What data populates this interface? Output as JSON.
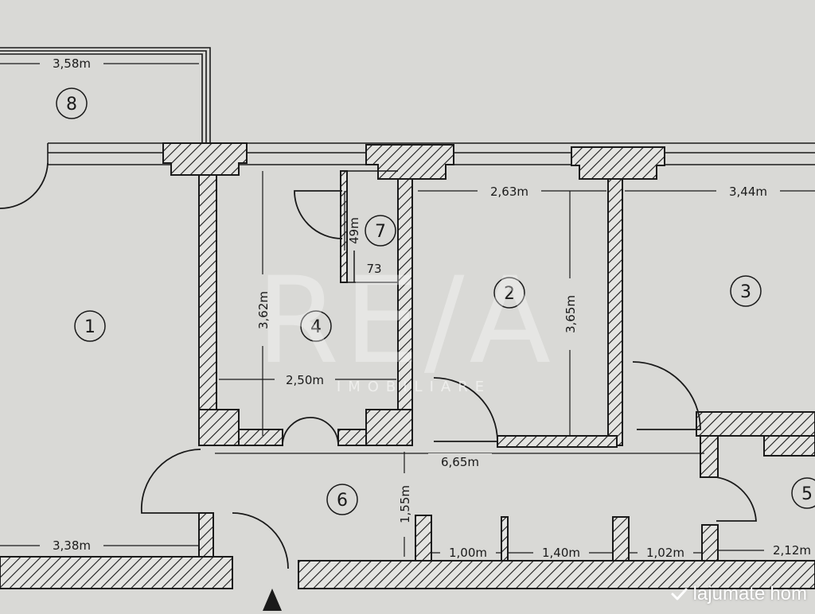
{
  "rooms": [
    {
      "id": "room-1",
      "label": "1"
    },
    {
      "id": "room-2",
      "label": "2"
    },
    {
      "id": "room-3",
      "label": "3"
    },
    {
      "id": "room-4",
      "label": "4"
    },
    {
      "id": "room-5",
      "label": "5"
    },
    {
      "id": "room-6",
      "label": "6"
    },
    {
      "id": "room-7",
      "label": "7"
    },
    {
      "id": "room-8",
      "label": "8"
    }
  ],
  "dimensions": {
    "d_358": "3,58m",
    "d_263": "2,63m",
    "d_344": "3,44m",
    "d_049": "49m",
    "d_73": "73",
    "d_362": "3,62m",
    "d_365": "3,65m",
    "d_250": "2,50m",
    "d_665": "6,65m",
    "d_155": "1,55m",
    "d_338": "3,38m",
    "d_100": "1,00m",
    "d_140": "1,40m",
    "d_102": "1,02m",
    "d_212": "2,12m"
  },
  "watermark": {
    "logo_text": "RE/A",
    "subtitle": "IMOBILIARE"
  },
  "site_badge": {
    "text": "lajumate",
    "suffix": "hom"
  }
}
